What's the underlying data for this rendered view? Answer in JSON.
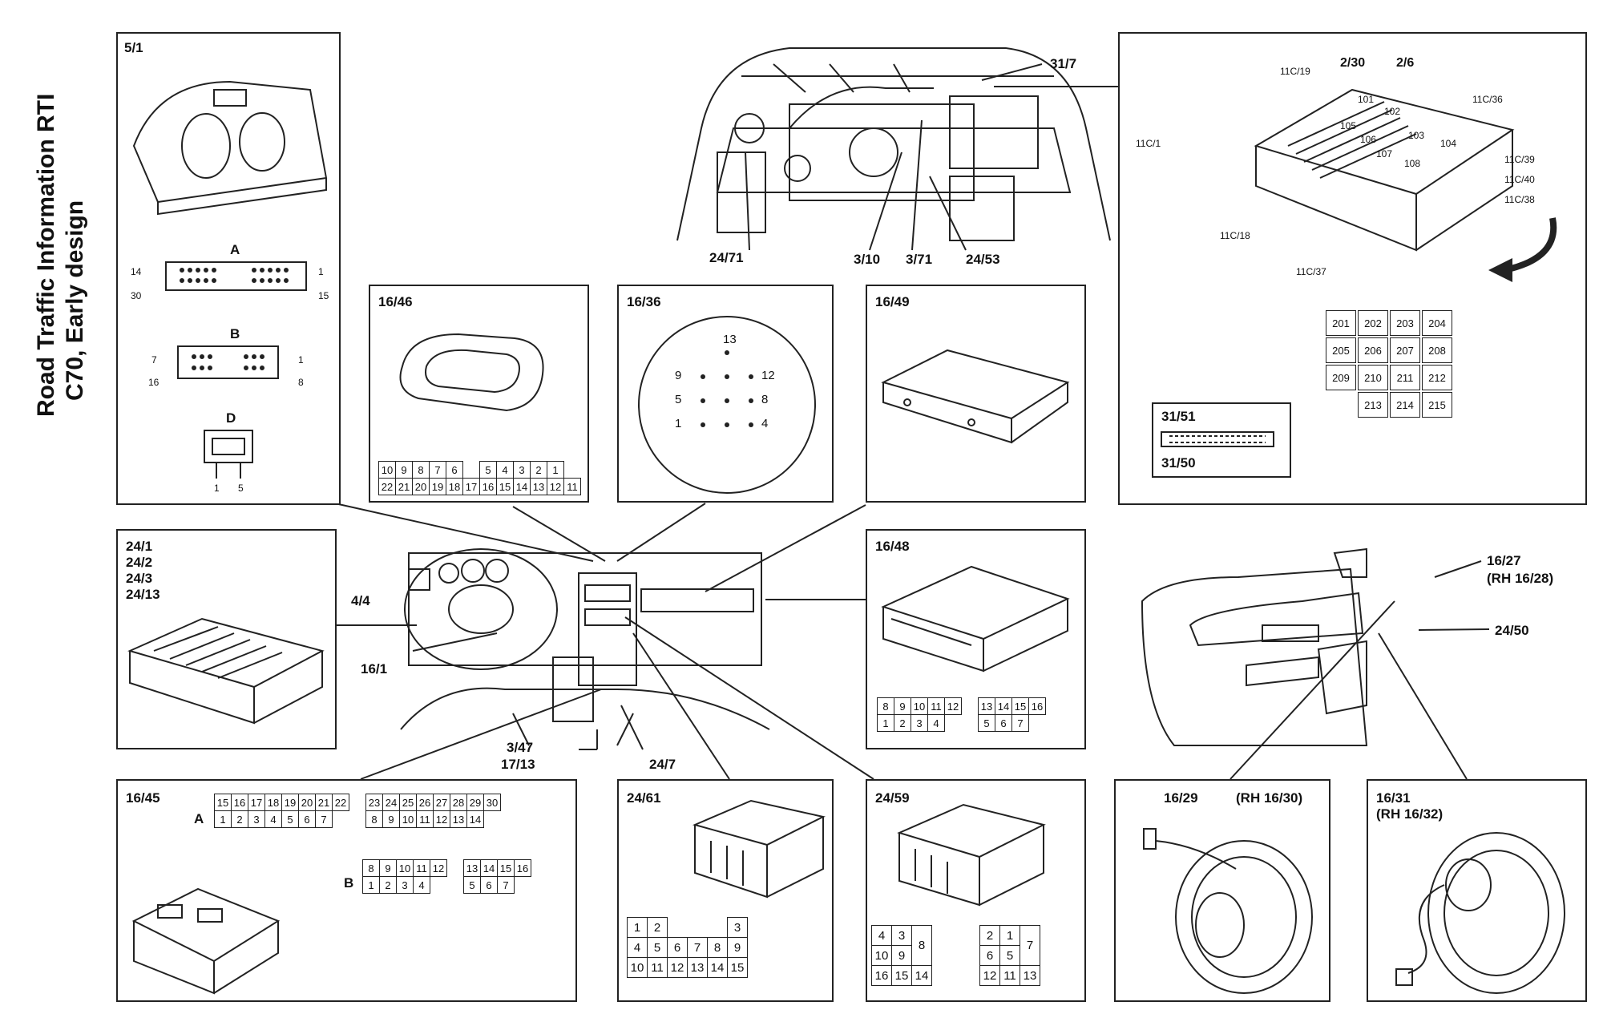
{
  "title": {
    "line1": "Road Traffic Information RTI",
    "line2": "C70, Early design"
  },
  "panels": {
    "p5_1": {
      "label": "5/1",
      "conn_a": "A",
      "conn_b": "B",
      "conn_d": "D",
      "a_pins": [
        "14",
        "1",
        "30",
        "15"
      ],
      "b_pins": [
        "7",
        "1",
        "16",
        "8"
      ],
      "d_pins": [
        "1",
        "5"
      ]
    },
    "p16_46": {
      "label": "16/46",
      "row1": [
        "10",
        "9",
        "8",
        "7",
        "6",
        "",
        "5",
        "4",
        "3",
        "2",
        "1"
      ],
      "row2": [
        "22",
        "21",
        "20",
        "19",
        "18",
        "17",
        "16",
        "15",
        "14",
        "13",
        "12",
        "11"
      ]
    },
    "p16_36": {
      "label": "16/36",
      "pins": [
        "13",
        "9",
        "12",
        "5",
        "8",
        "1",
        "4"
      ]
    },
    "p16_49": {
      "label": "16/49"
    },
    "p24_1": {
      "label": "24/1\n24/2\n24/3\n24/13"
    },
    "p16_48": {
      "label": "16/48",
      "row1": [
        "8",
        "9",
        "10",
        "11",
        "12",
        "",
        "13",
        "14",
        "15",
        "16"
      ],
      "row2": [
        "1",
        "2",
        "3",
        "4",
        "",
        "",
        "5",
        "6",
        "7"
      ]
    },
    "p16_45": {
      "label": "16/45",
      "conn_a": "A",
      "conn_b": "B",
      "a_row1": [
        "15",
        "16",
        "17",
        "18",
        "19",
        "20",
        "21",
        "22",
        "",
        "23",
        "24",
        "25",
        "26",
        "27",
        "28",
        "29",
        "30"
      ],
      "a_row2": [
        "1",
        "2",
        "3",
        "4",
        "5",
        "6",
        "7",
        "",
        "",
        "8",
        "9",
        "10",
        "11",
        "12",
        "13",
        "14"
      ],
      "b_row1": [
        "8",
        "9",
        "10",
        "11",
        "12",
        "",
        "13",
        "14",
        "15",
        "16"
      ],
      "b_row2": [
        "1",
        "2",
        "3",
        "4",
        "",
        "",
        "5",
        "6",
        "7"
      ]
    },
    "p24_61": {
      "label": "24/61",
      "rows": [
        [
          "1",
          "2",
          "",
          "",
          "",
          "3"
        ],
        [
          "4",
          "5",
          "6",
          "7",
          "8",
          "9"
        ],
        [
          "10",
          "11",
          "12",
          "13",
          "14",
          "15"
        ]
      ]
    },
    "p24_59": {
      "label": "24/59",
      "left": [
        [
          "4",
          "3"
        ],
        [
          "10",
          "9"
        ],
        [
          "16",
          "15"
        ]
      ],
      "left_side": [
        "8",
        "14"
      ],
      "right": [
        [
          "2",
          "1"
        ],
        [
          "6",
          "5"
        ],
        [
          "12",
          "11"
        ]
      ],
      "right_side": [
        "7",
        "13"
      ]
    },
    "p16_29": {
      "label": "16/29",
      "rh": "(RH 16/30)"
    },
    "p16_31": {
      "label": "16/31\n(RH 16/32)"
    },
    "fusebox": {
      "labels": [
        "11C/19",
        "2/30",
        "2/6",
        "11C/36",
        "11C/1",
        "11C/39",
        "11C/40",
        "11C/38",
        "11C/18",
        "11C/37"
      ],
      "relays_top": [
        "101",
        "102",
        "105",
        "106",
        "103",
        "104",
        "107",
        "108"
      ],
      "relays": [
        "201",
        "202",
        "203",
        "204",
        "205",
        "206",
        "207",
        "208",
        "209",
        "210",
        "211",
        "212",
        "213",
        "214",
        "215"
      ],
      "c31_51": "31/51",
      "c31_50": "31/50"
    }
  },
  "floating_labels": {
    "l31_7": "31/7",
    "l24_71": "24/71",
    "l3_10": "3/10",
    "l3_71": "3/71",
    "l24_53": "24/53",
    "l4_4": "4/4",
    "l16_1": "16/1",
    "l3_47": "3/47",
    "l17_13": "17/13",
    "l24_7": "24/7",
    "l16_27": "16/27",
    "l16_28": "(RH 16/28)",
    "l24_50": "24/50"
  }
}
